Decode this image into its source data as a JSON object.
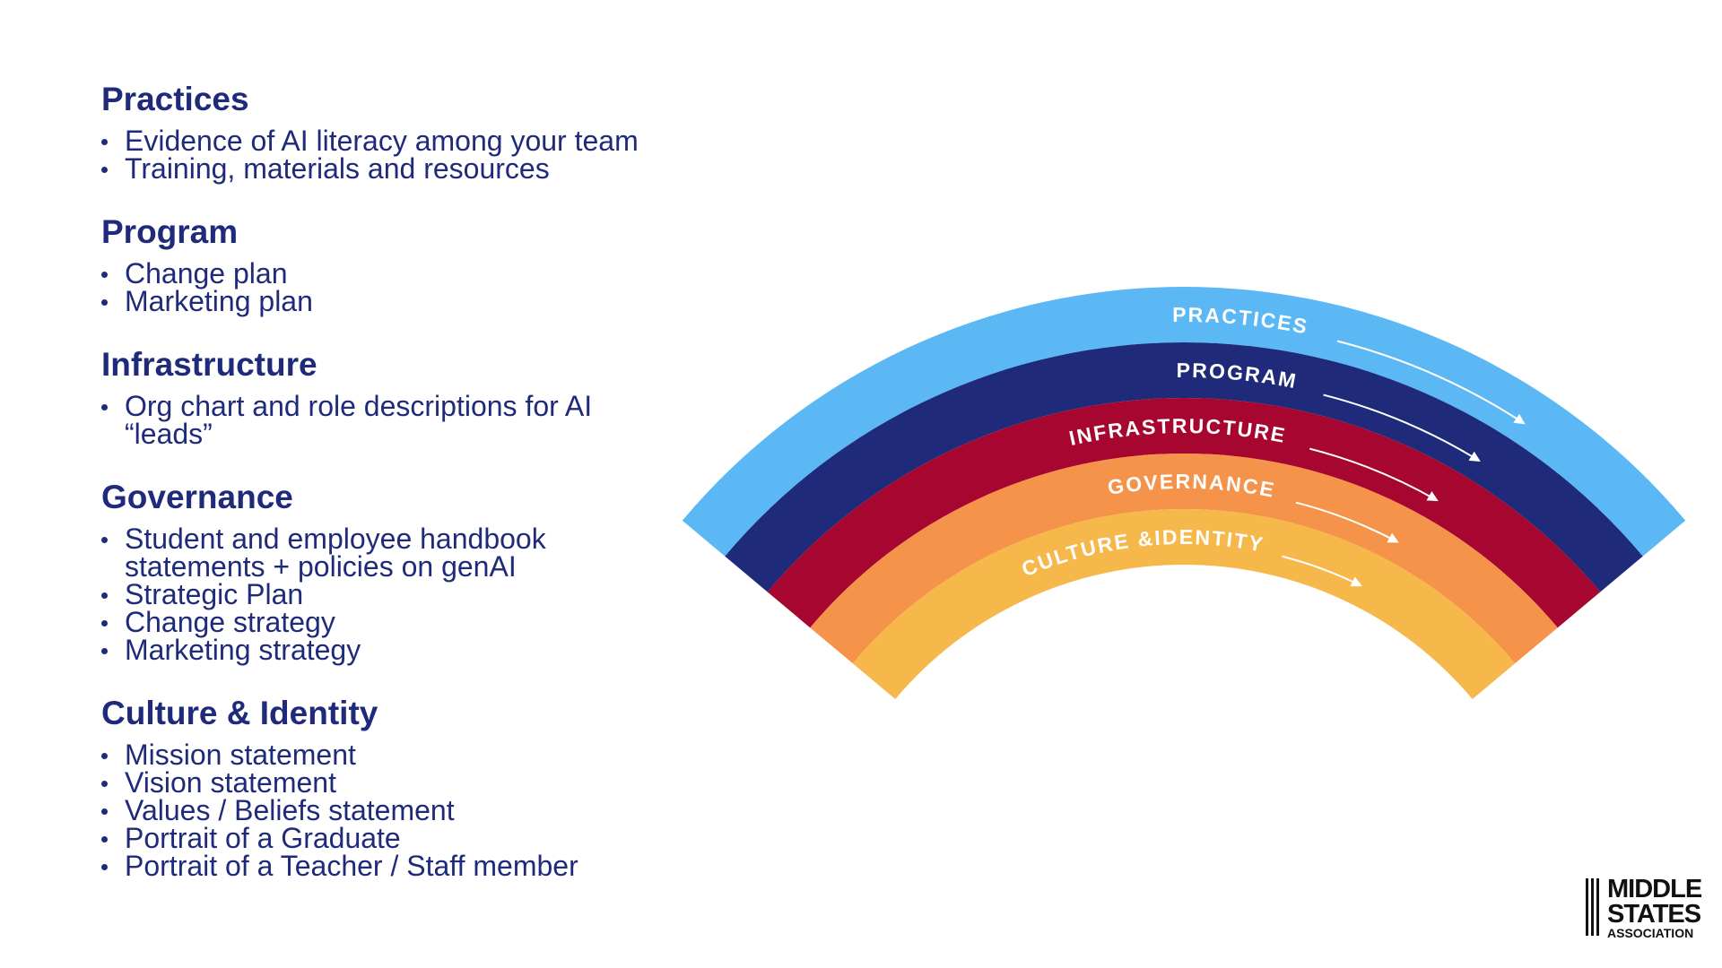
{
  "sections": [
    {
      "title": "Practices",
      "items": [
        "Evidence of AI literacy among your team",
        "Training, materials and resources"
      ]
    },
    {
      "title": "Program",
      "items": [
        "Change plan",
        "Marketing plan"
      ]
    },
    {
      "title": "Infrastructure",
      "items": [
        "Org chart and role descriptions for AI “leads”"
      ]
    },
    {
      "title": "Governance",
      "items": [
        "Student and employee handbook statements + policies on genAI",
        "Strategic Plan",
        "Change strategy",
        "Marketing strategy"
      ]
    },
    {
      "title": "Culture & Identity",
      "items": [
        "Mission statement",
        "Vision statement",
        "Values / Beliefs statement",
        "Portrait of a Graduate",
        "Portrait of a Teacher / Staff member"
      ]
    }
  ],
  "diagram": {
    "layers": [
      {
        "label": "PRACTICES",
        "color": "#5bb8f5"
      },
      {
        "label": "PROGRAM",
        "color": "#1f2b7a"
      },
      {
        "label": "INFRASTRUCTURE",
        "color": "#a6062f"
      },
      {
        "label": "GOVERNANCE",
        "color": "#f5934a"
      },
      {
        "label": "CULTURE &IDENTITY",
        "color": "#f7b84b"
      }
    ]
  },
  "logo": {
    "line1": "MIDDLE",
    "line2": "STATES",
    "line3": "ASSOCIATION"
  }
}
